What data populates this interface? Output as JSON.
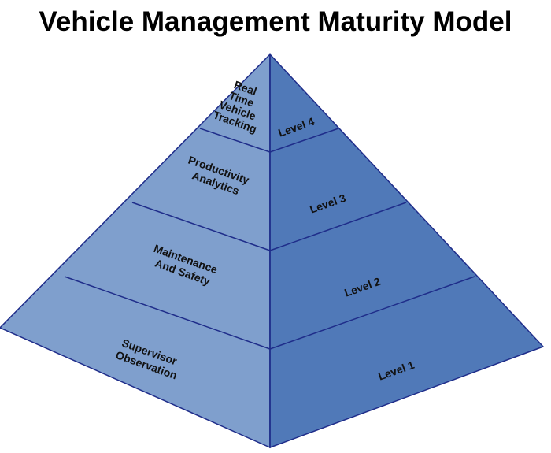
{
  "title": "Vehicle Management Maturity Model",
  "colors": {
    "left_face": "#7f9fcd",
    "right_face": "#5079b8",
    "edge": "#1f2d8a",
    "text": "#111111"
  },
  "tiers": [
    {
      "left_lines": [
        "Supervisor",
        "Observation"
      ],
      "right_label": "Level 1"
    },
    {
      "left_lines": [
        "Maintenance",
        "And Safety"
      ],
      "right_label": "Level 2"
    },
    {
      "left_lines": [
        "Productivity",
        "Analytics"
      ],
      "right_label": "Level 3"
    },
    {
      "left_lines": [
        "Real",
        "Time",
        "Vehicle",
        "Tracking"
      ],
      "right_label": "Level 4"
    }
  ]
}
